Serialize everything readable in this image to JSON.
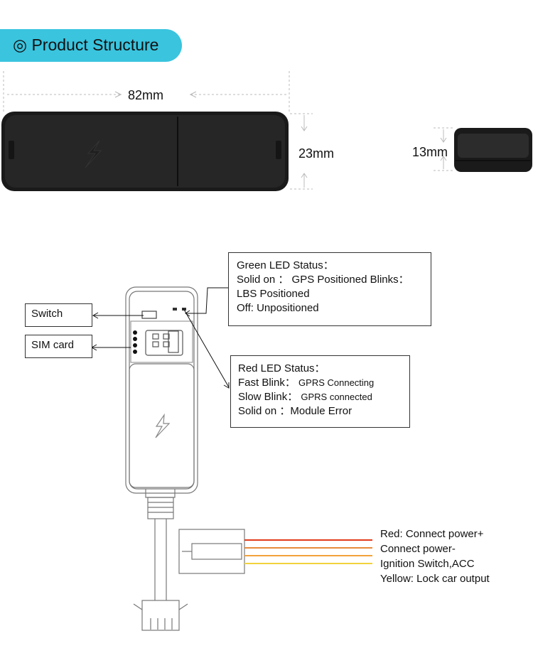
{
  "header": {
    "icon": "double-circle-icon",
    "title": "Product Structure",
    "accent_color": "#3ac4de"
  },
  "dimensions": {
    "length": "82mm",
    "width": "23mm",
    "height": "13mm"
  },
  "green_led": {
    "title": "Green LED Status：",
    "line1": "Solid on ： GPS Positioned Blinks：",
    "line2": "LBS Positioned",
    "line3": "Off: Unpositioned"
  },
  "red_led": {
    "title": "Red LED Status：",
    "fast_label": "Fast Blink：",
    "fast_value": "GPRS Connecting",
    "slow_label": "Slow Blink：",
    "slow_value": "GPRS connected",
    "solid": "Solid on ：Module Error"
  },
  "labels": {
    "switch": "Switch",
    "sim_card": "SIM card"
  },
  "wires": [
    {
      "label": "Red: Connect power+",
      "color": "#e23a1c"
    },
    {
      "label": "Connect power-",
      "color": "#e88a3a"
    },
    {
      "label": "Ignition Switch,ACC",
      "color": "#f2a23c"
    },
    {
      "label": "Yellow: Lock car output",
      "color": "#f2d23c"
    }
  ]
}
